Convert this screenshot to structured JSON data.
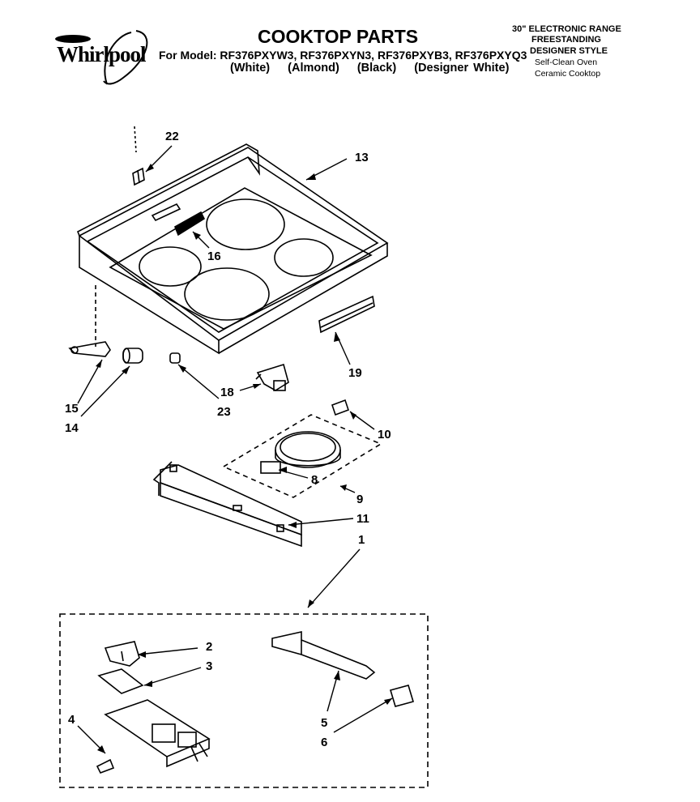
{
  "header": {
    "brand": "Whirlpool",
    "title": "COOKTOP PARTS",
    "model_line": "For Model: RF376PXYW3, RF376PXYN3, RF376PXYB3, RF376PXYQ3",
    "colors": [
      "(White)",
      "(Almond)",
      "(Black)",
      "(Designer White)"
    ],
    "right_info": [
      "30\" ELECTRONIC RANGE",
      "FREESTANDING",
      "DESIGNER STYLE",
      "Self-Clean Oven",
      "Ceramic Cooktop"
    ]
  },
  "callouts": {
    "c22": "22",
    "c13": "13",
    "c16": "16",
    "c19": "19",
    "c15": "15",
    "c14": "14",
    "c18": "18",
    "c23": "23",
    "c10": "10",
    "c8": "8",
    "c9": "9",
    "c11": "11",
    "c1": "1",
    "c2": "2",
    "c3": "3",
    "c4": "4",
    "c5": "5",
    "c6": "6"
  },
  "colors": {
    "ink": "#000000",
    "background": "#ffffff"
  }
}
